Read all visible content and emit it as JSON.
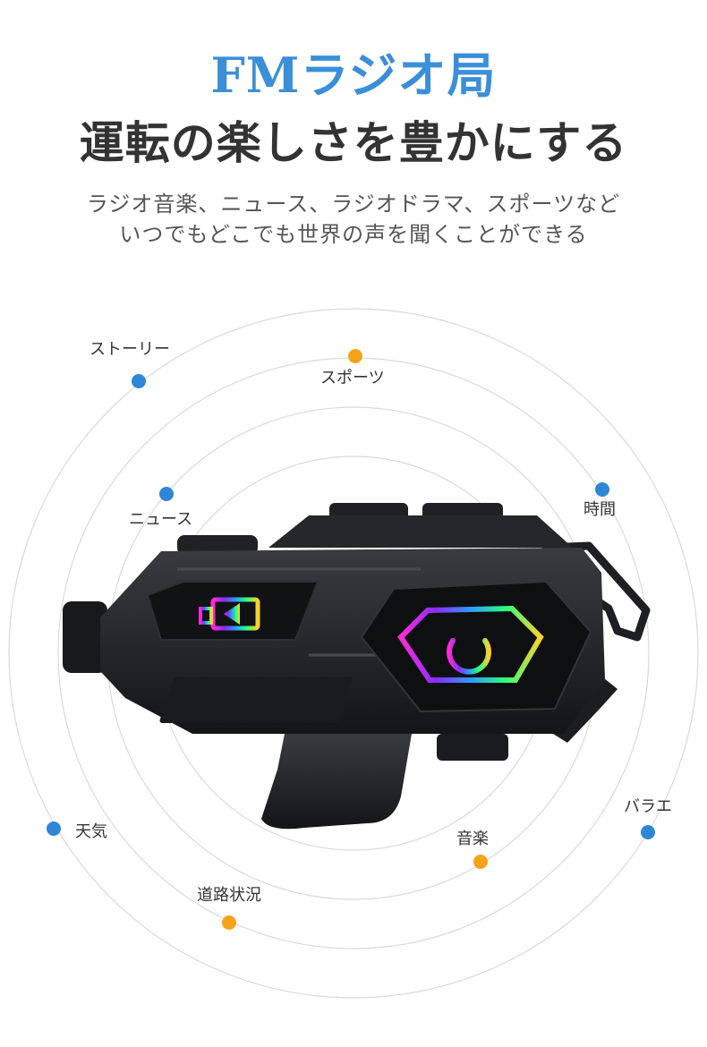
{
  "header": {
    "title": "FMラジオ局",
    "headline": "運転の楽しさを豊かにする",
    "subline1": "ラジオ音楽、ニュース、ラジオドラマ、スポーツなど",
    "subline2": "いつでもどこでも世界の声を聞くことができる"
  },
  "labels": {
    "story": "ストーリー",
    "sports": "スポーツ",
    "news": "ニュース",
    "time": "時間",
    "weather": "天気",
    "music": "音楽",
    "variety": "バラエ",
    "traffic": "道路状況"
  },
  "colors": {
    "accent_blue": "#3b8fd9",
    "dot_blue": "#2f86d6",
    "dot_orange": "#f5a31a",
    "device": "#1e1f22"
  },
  "icons": {
    "play": "play-mode-icon",
    "power": "power-icon"
  }
}
